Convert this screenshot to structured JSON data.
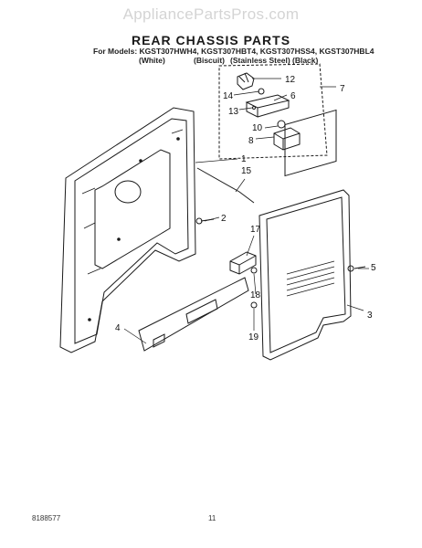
{
  "watermark": "AppliancePartsPros.com",
  "title": "REAR CHASSIS PARTS",
  "models_line": "For Models: KGST307HWH4, KGST307HBT4, KGST307HSS4, KGST307HBL4",
  "variants": [
    "(White)",
    "(Biscuit)",
    "(Stainless Steel)",
    "(Black)"
  ],
  "callouts": [
    "1",
    "2",
    "3",
    "4",
    "5",
    "6",
    "7",
    "8",
    "10",
    "12",
    "13",
    "14",
    "15",
    "17",
    "18",
    "19"
  ],
  "footer": {
    "part_number": "8188577",
    "page": "11"
  }
}
